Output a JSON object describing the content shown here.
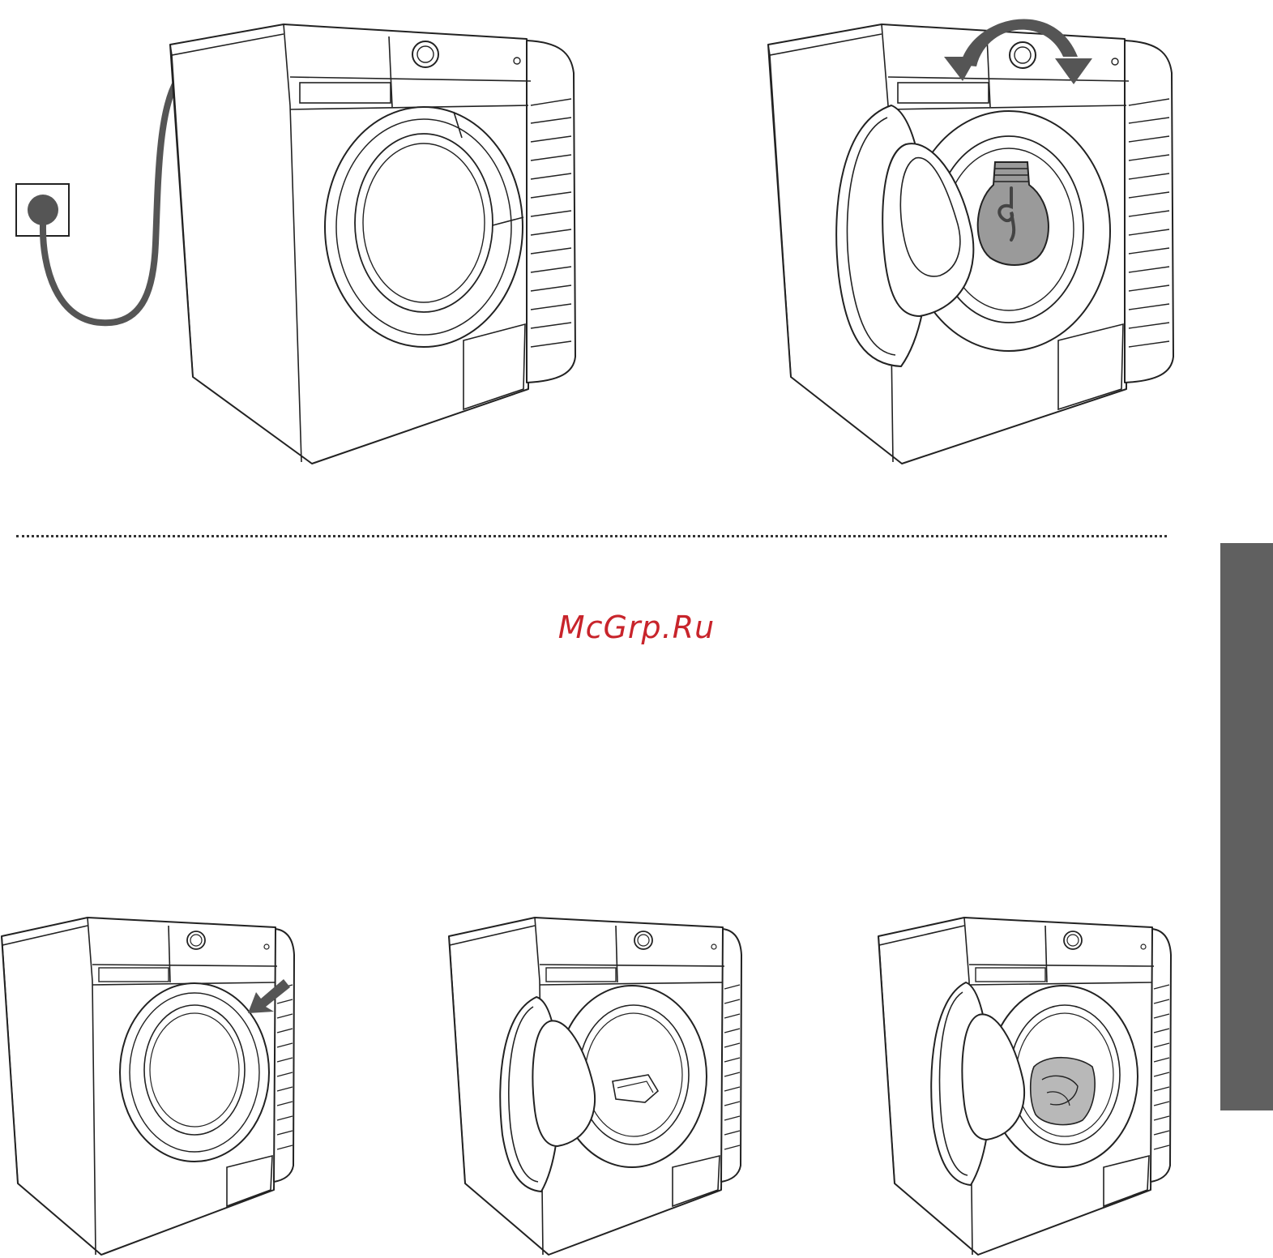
{
  "watermark": {
    "text": "McGrp.Ru",
    "color": "#c8242b"
  },
  "colors": {
    "line": "#222222",
    "icon_gray": "#555555",
    "bulb_fill": "#9a9a9a",
    "laundry_fill": "#b8b8b8",
    "side_tab": "#606060"
  },
  "illustrations": [
    {
      "name": "washer-plugged-in",
      "icons": [
        "power-socket-icon",
        "power-cord-icon"
      ]
    },
    {
      "name": "washer-door-open-lamp",
      "icons": [
        "rotate-arrows-icon",
        "light-bulb-icon"
      ]
    },
    {
      "name": "washer-press-door",
      "icons": [
        "press-arrow-icon"
      ]
    },
    {
      "name": "washer-door-open-detergent",
      "icons": [
        "detergent-pouch-icon"
      ]
    },
    {
      "name": "washer-door-open-laundry",
      "icons": [
        "laundry-icon"
      ]
    }
  ]
}
